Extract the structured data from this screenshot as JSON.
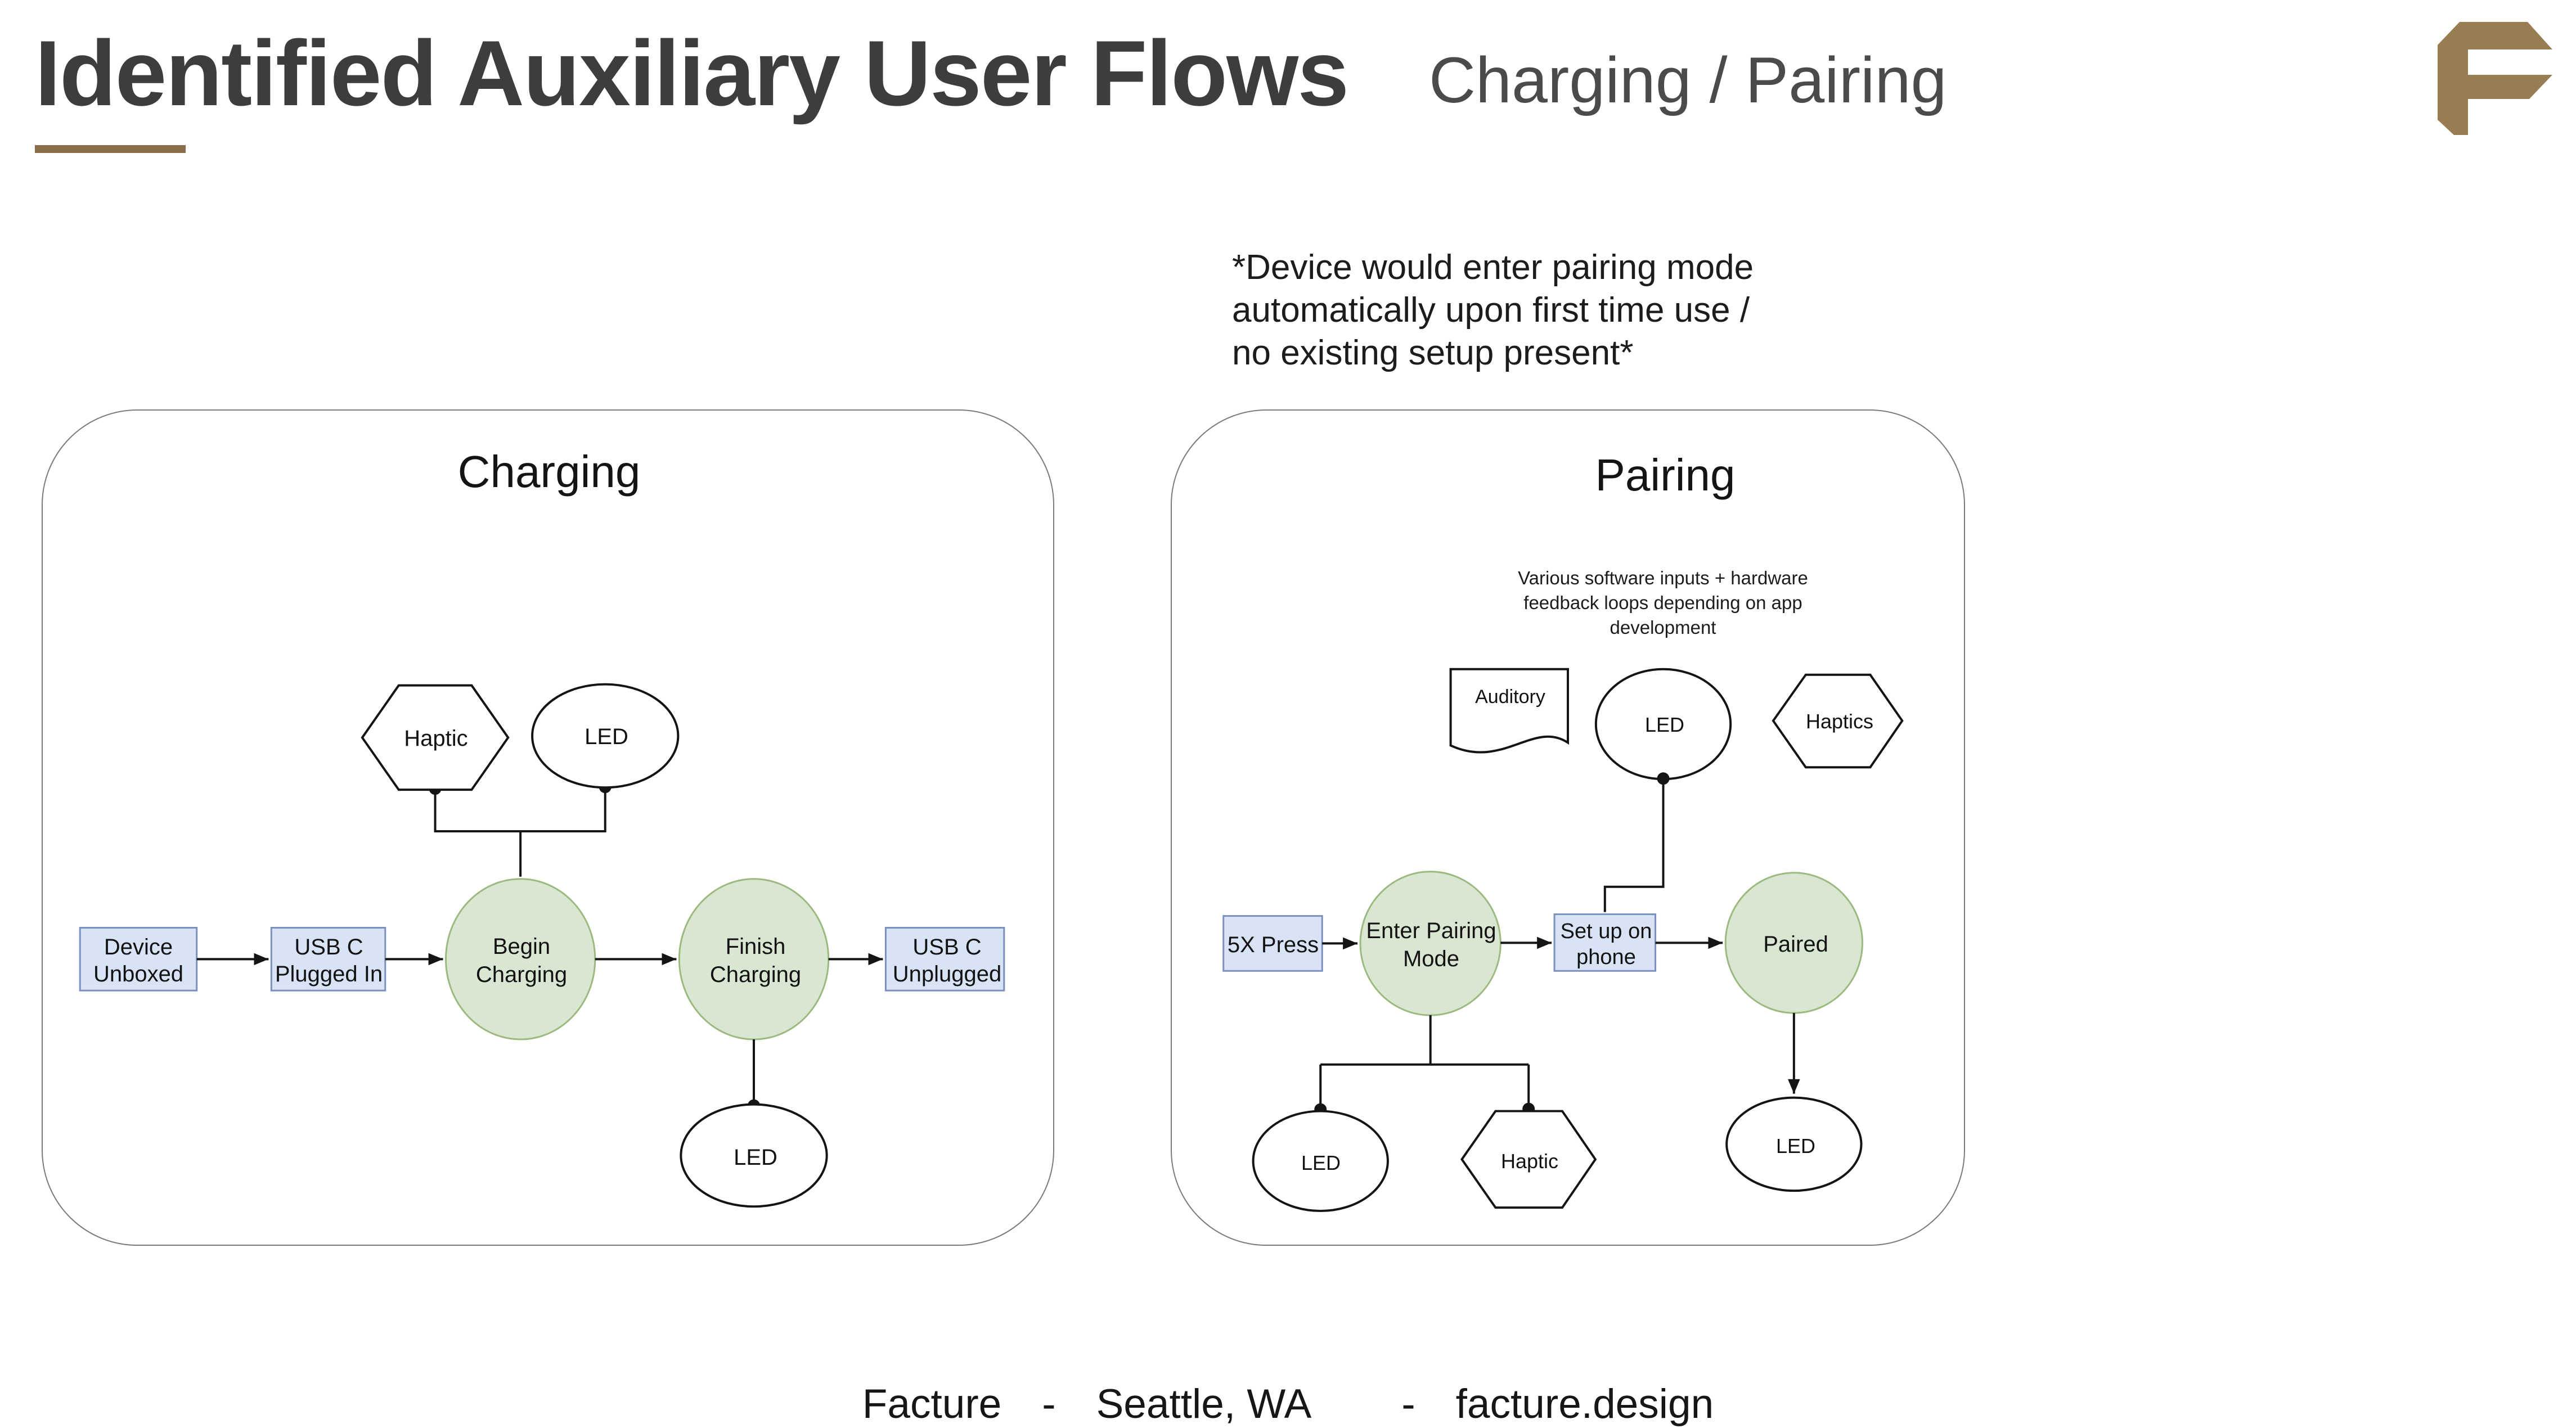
{
  "header": {
    "title": "Identified Auxiliary User Flows",
    "subtitle": "Charging / Pairing"
  },
  "note": {
    "text": "*Device would enter pairing mode\nautomatically upon first time use /\nno existing setup present*"
  },
  "charging": {
    "title": "Charging",
    "haptic": "Haptic",
    "led_top": "LED",
    "device_unboxed": "Device\nUnboxed",
    "usb_plugged": "USB C\nPlugged In",
    "begin": "Begin\nCharging",
    "finish": "Finish\nCharging",
    "usb_unplugged": "USB C\nUnplugged",
    "led_bottom": "LED"
  },
  "pairing": {
    "title": "Pairing",
    "note": "Various software inputs + hardware\nfeedback loops depending on app\ndevelopment",
    "auditory": "Auditory",
    "led_top": "LED",
    "haptics": "Haptics",
    "press": "5X Press",
    "enter_mode": "Enter Pairing\nMode",
    "setup": "Set up on\nphone",
    "paired": "Paired",
    "led_bottom_left": "LED",
    "haptic_bottom": "Haptic",
    "led_bottom_right": "LED"
  },
  "footer": {
    "company": "Facture",
    "sep1": "-",
    "location": "Seattle, WA",
    "sep2": "-",
    "website": "facture.design"
  },
  "icons": {
    "logo": "facture-f-logo"
  },
  "colors": {
    "accent_brown": "#8a6e49",
    "logo_brown": "#9a7c52",
    "box_blue_fill": "#d8e3f5",
    "box_blue_border": "#7b90bd",
    "node_green_fill": "#d9e7d2",
    "node_green_border": "#9cb97f",
    "line_black": "#141414",
    "container_border": "#7a7a7a",
    "title_gray": "#3d3d3d",
    "subtitle_gray": "#4b4b4b"
  }
}
